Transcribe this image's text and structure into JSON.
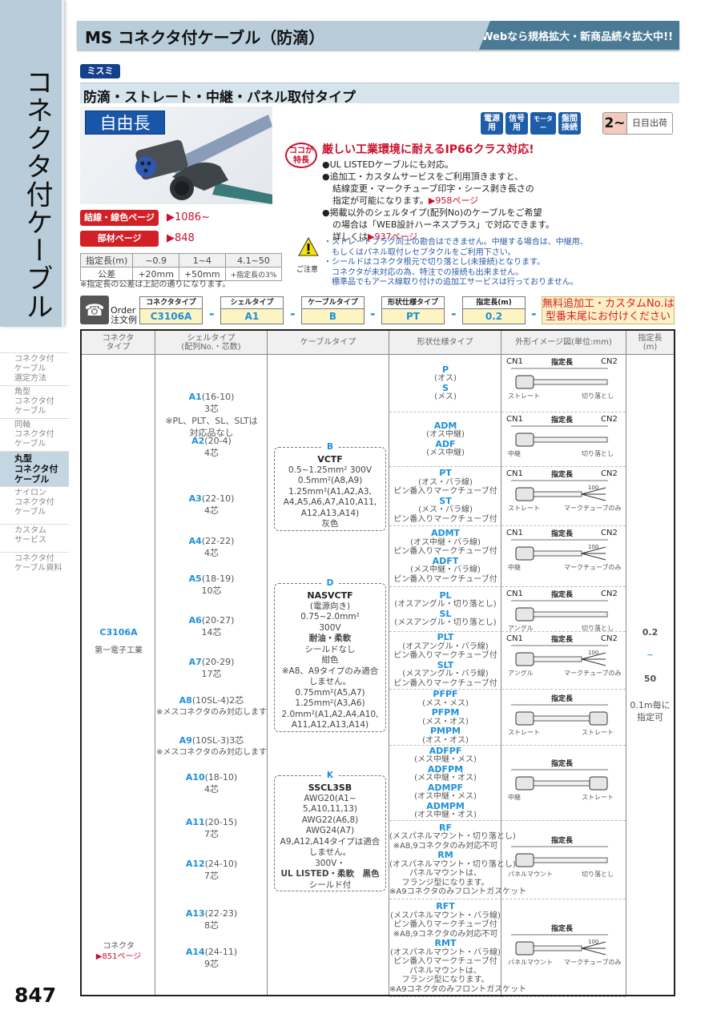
{
  "side_tab": {
    "title": "コネクタ付ケーブル"
  },
  "side_nav": {
    "items": [
      {
        "label": "コネクタ付\nケーブル\n選定方法",
        "active": false
      },
      {
        "label": "角型\nコネクタ付\nケーブル",
        "active": false
      },
      {
        "label": "同軸\nコネクタ付\nケーブル",
        "active": false
      },
      {
        "label": "丸型\nコネクタ付\nケーブル",
        "active": true
      },
      {
        "label": "ナイロン\nコネクタ付\nケーブル",
        "active": false
      },
      {
        "label": "カスタム\nサービス",
        "active": false
      },
      {
        "label": "コネクタ付\nケーブル資料",
        "active": false
      }
    ]
  },
  "page_number": "847",
  "header": {
    "title": "MS コネクタ付ケーブル（防滴）",
    "web_banner": "Webなら規格拡大・新商品続々拡大中!!"
  },
  "brand": "ミスミ",
  "subtitle": "防滴・ストレート・中継・パネル取付タイプ",
  "photo": {
    "badge": "自由長"
  },
  "categories": [
    "電源用",
    "信号用",
    "モーター",
    "盤間\n接続"
  ],
  "shipping": {
    "days": "2~",
    "label": "日目出荷"
  },
  "features": {
    "badge": "ココが\n特長",
    "headline": "厳しい工業環境に耐えるIP66クラス対応!",
    "lines": [
      "●UL LISTEDケーブルにも対応。",
      "●追加工・カスタムサービスをご利用頂きますと、",
      "結線変更・マークチューブ印字・シース剥き長さの",
      "指定が可能になります。",
      "●掲載以外のシェルタイプ(配列No)のケーブルをご希望",
      "の場合は「WEB設計ハーネスプラス」で対応できます。",
      "詳しくは"
    ],
    "link1": "▶958ページ",
    "link2": "▶937ページ"
  },
  "wiring_button": {
    "label": "結線・線色ページ",
    "link": "▶1086~"
  },
  "parts_button": {
    "label": "部材ページ",
    "link": "▶848"
  },
  "tolerance": {
    "rows": [
      [
        "指定長(m)",
        "~0.9",
        "1~4",
        "4.1~50"
      ],
      [
        "公差",
        "+20mm",
        "+50mm",
        "+指定長の3%"
      ]
    ],
    "note": "※指定長の公差は上記の通りになります。"
  },
  "caution": {
    "label": "ご注意",
    "lines": [
      "・ストレートプラグ同士の勘合はできません。中継する場合は、中継用、",
      "　もしくはパネル取付レセプタクルをご利用下さい。",
      "・シールドはコネクタ根元で切り落とし(未接続)となります。",
      "　コネクタが未対応の為、特注での接続も出来ません。",
      "　標準品でもアース線取り付けの追加工サービスは行っておりません。"
    ]
  },
  "order": {
    "label": "Order\n注文例",
    "fields": [
      {
        "key": "コネクタタイプ",
        "value": "C3106A"
      },
      {
        "key": "シェルタイプ",
        "value": "A1"
      },
      {
        "key": "ケーブルタイプ",
        "value": "B"
      },
      {
        "key": "形状仕様タイプ",
        "value": "PT"
      },
      {
        "key": "指定長(m)",
        "value": "0.2"
      }
    ],
    "separator": "-",
    "free_note": "無料追加工・カスタムNo.は\n型番末尾にお付けください"
  },
  "table": {
    "headers": [
      "コネクタ\nタイプ",
      "シェルタイプ\n(配列No.・芯数)",
      "ケーブルタイプ",
      "形状仕様タイプ",
      "外形イメージ図(単位:mm)",
      "指定長\n(m)"
    ],
    "connector": {
      "code": "C3106A",
      "maker": "第一電子工業",
      "ref_label": "コネクタ",
      "ref_link": "▶851ページ"
    },
    "shells": [
      {
        "code": "A1",
        "spec": "(16-10)",
        "cores": "3芯",
        "note": "※PL、PLT、SL、SLTは\n対応品なし"
      },
      {
        "code": "A2",
        "spec": "(20-4)",
        "cores": "4芯"
      },
      {
        "code": "A3",
        "spec": "(22-10)",
        "cores": "4芯"
      },
      {
        "code": "A4",
        "spec": "(22-22)",
        "cores": "4芯"
      },
      {
        "code": "A5",
        "spec": "(18-19)",
        "cores": "10芯"
      },
      {
        "code": "A6",
        "spec": "(20-27)",
        "cores": "14芯"
      },
      {
        "code": "A7",
        "spec": "(20-29)",
        "cores": "17芯"
      },
      {
        "code": "A8",
        "spec": "(10SL-4)2芯",
        "cores": "",
        "note": "※メスコネクタのみ対応します"
      },
      {
        "code": "A9",
        "spec": "(10SL-3)3芯",
        "cores": "",
        "note": "※メスコネクタのみ対応します"
      },
      {
        "code": "A10",
        "spec": "(18-10)",
        "cores": "4芯"
      },
      {
        "code": "A11",
        "spec": "(20-15)",
        "cores": "7芯"
      },
      {
        "code": "A12",
        "spec": "(24-10)",
        "cores": "7芯"
      },
      {
        "code": "A13",
        "spec": "(22-23)",
        "cores": "8芯"
      },
      {
        "code": "A14",
        "spec": "(24-11)",
        "cores": "9芯"
      }
    ],
    "cables": [
      {
        "code": "B",
        "name": "VCTF",
        "lines": [
          "0.5~1.25mm² 300V",
          "0.5mm²(A8,A9)",
          "1.25mm²(A1,A2,A3,",
          "A4,A5,A6,A7,A10,A11,",
          "A12,A13,A14)",
          "灰色"
        ]
      },
      {
        "code": "D",
        "name": "NASVCTF",
        "lines": [
          "(電源向き)",
          "0.75~2.0mm²",
          "300V",
          "耐油・柔軟",
          "シールドなし",
          "紺色",
          "※A8、A9タイプのみ適合",
          "しません。",
          "0.75mm²(A5,A7)",
          "1.25mm²(A3,A6)",
          "2.0mm²(A1,A2,A4,A10,",
          "A11,A12,A13,A14)"
        ]
      },
      {
        "code": "K",
        "name": "SSCL3SB",
        "lines": [
          "AWG20(A1~",
          "5,A10,11,13)",
          "AWG22(A6,8)",
          "AWG24(A7)",
          "A9,A12,A14タイプは適合",
          "しません。",
          "300V・",
          "UL LISTED・柔軟　黒色",
          "シールド付"
        ]
      }
    ],
    "shapes": [
      {
        "items": [
          [
            "P",
            "(オス)"
          ],
          [
            "S",
            "(メス)"
          ]
        ]
      },
      {
        "items": [
          [
            "ADM",
            "(オス中継)"
          ],
          [
            "ADF",
            "(メス中継)"
          ]
        ]
      },
      {
        "items": [
          [
            "PT",
            "(オス・バラ線)\nピン番入りマークチューブ付"
          ],
          [
            "ST",
            "(メス・バラ線)\nピン番入りマークチューブ付"
          ]
        ]
      },
      {
        "items": [
          [
            "ADMT",
            "(オス中継・バラ線)\nピン番入りマークチューブ付"
          ],
          [
            "ADFT",
            "(メス中継・バラ線)\nピン番入りマークチューブ付"
          ]
        ]
      },
      {
        "items": [
          [
            "PL",
            "(オスアングル・切り落とし)"
          ],
          [
            "SL",
            "(メスアングル・切り落とし)"
          ]
        ]
      },
      {
        "items": [
          [
            "PLT",
            "(オスアングル・バラ線)\nピン番入りマークチューブ付"
          ],
          [
            "SLT",
            "(メスアングル・バラ線)\nピン番入りマークチューブ付"
          ]
        ]
      },
      {
        "items": [
          [
            "PFPF",
            "(メス・メス)"
          ],
          [
            "PFPM",
            "(メス・オス)"
          ],
          [
            "PMPM",
            "(オス・オス)"
          ]
        ]
      },
      {
        "items": [
          [
            "ADFPF",
            "(メス中継・メス)"
          ],
          [
            "ADFPM",
            "(メス中継・オス)"
          ],
          [
            "ADMPF",
            "(オス中継・メス)"
          ],
          [
            "ADMPM",
            "(オス中継・オス)"
          ]
        ]
      },
      {
        "items": [
          [
            "RF",
            "(メスパネルマウント・切り落とし)\n※A8,9コネクタのみ対応不可"
          ],
          [
            "RM",
            "(オスパネルマウント・切り落とし)\nパネルマウントは、\nフランジ型になります。\n※A9コネクタのみフロントガスケット"
          ]
        ]
      },
      {
        "items": [
          [
            "RFT",
            "(メスパネルマウント・バラ線)\nピン番入りマークチューブ付\n※A8,9コネクタのみ対応不可"
          ],
          [
            "RMT",
            "(オスパネルマウント・バラ線)\nピン番入りマークチューブ付\nパネルマウントは、\nフランジ型になります。\n※A9コネクタのみフロントガスケット"
          ]
        ]
      }
    ],
    "images": [
      {
        "cn1": "CN1",
        "cn2": "CN2",
        "len": "指定長",
        "left": "ストレート",
        "right": "切り落とし"
      },
      {
        "cn1": "CN1",
        "cn2": "CN2",
        "len": "指定長",
        "left": "中継",
        "right": "切り落とし"
      },
      {
        "cn1": "CN1",
        "cn2": "CN2",
        "len": "指定長",
        "dim": "100",
        "left": "ストレート",
        "right": "マークチューブのみ"
      },
      {
        "cn1": "CN1",
        "cn2": "CN2",
        "len": "指定長",
        "dim": "100",
        "left": "中継",
        "right": "マークチューブのみ"
      },
      {
        "cn1": "CN1",
        "cn2": "CN2",
        "len": "指定長",
        "left": "アングル",
        "right": "切り落とし"
      },
      {
        "cn1": "CN1",
        "cn2": "CN2",
        "len": "指定長",
        "dim": "100",
        "left": "アングル",
        "right": "マークチューブのみ"
      },
      {
        "len": "指定長",
        "left": "ストレート",
        "right": "ストレート"
      },
      {
        "len": "指定長",
        "left": "中継",
        "right": "ストレート"
      },
      {
        "len": "指定長",
        "left": "パネルマウント",
        "right": "切り落とし"
      },
      {
        "len": "指定長",
        "dim": "100",
        "left": "パネルマウント",
        "right": "マークチューブのみ"
      }
    ],
    "length": {
      "min": "0.2",
      "tilde": "~",
      "max": "50",
      "note": "0.1m毎に\n指定可"
    }
  }
}
